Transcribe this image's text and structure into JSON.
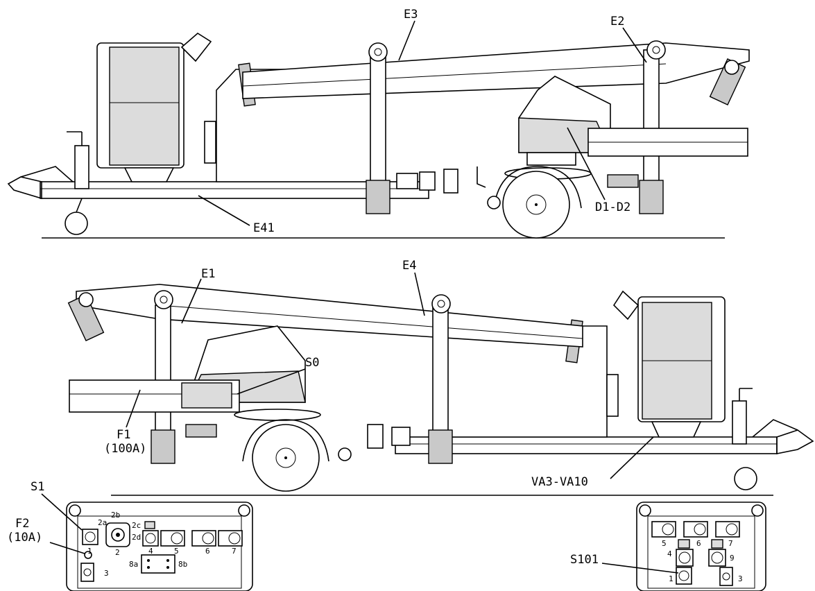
{
  "labels": {
    "e3": "E3",
    "e2": "E2",
    "e41": "E41",
    "d1_d2": "D1-D2",
    "e1": "E1",
    "e4": "E4",
    "s0": "S0",
    "f1": "F1",
    "f1_rating": "(100A)",
    "va3_va10": "VA3-VA10",
    "s1": "S1",
    "f2": "F2",
    "f2_rating": "(10A)",
    "s101": "S101"
  },
  "left_panel": {
    "n1": "1",
    "n2a": "2a",
    "n2b": "2b",
    "n2c": "2c",
    "n2d": "2d",
    "n2": "2",
    "n4": "4",
    "n5": "5",
    "n6": "6",
    "n7": "7",
    "n8a": "8a",
    "n8b": "8b",
    "n3": "3"
  },
  "right_panel": {
    "n5": "5",
    "n6": "6",
    "n7": "7",
    "n4": "4",
    "n9": "9",
    "n1": "1",
    "n3": "3"
  }
}
